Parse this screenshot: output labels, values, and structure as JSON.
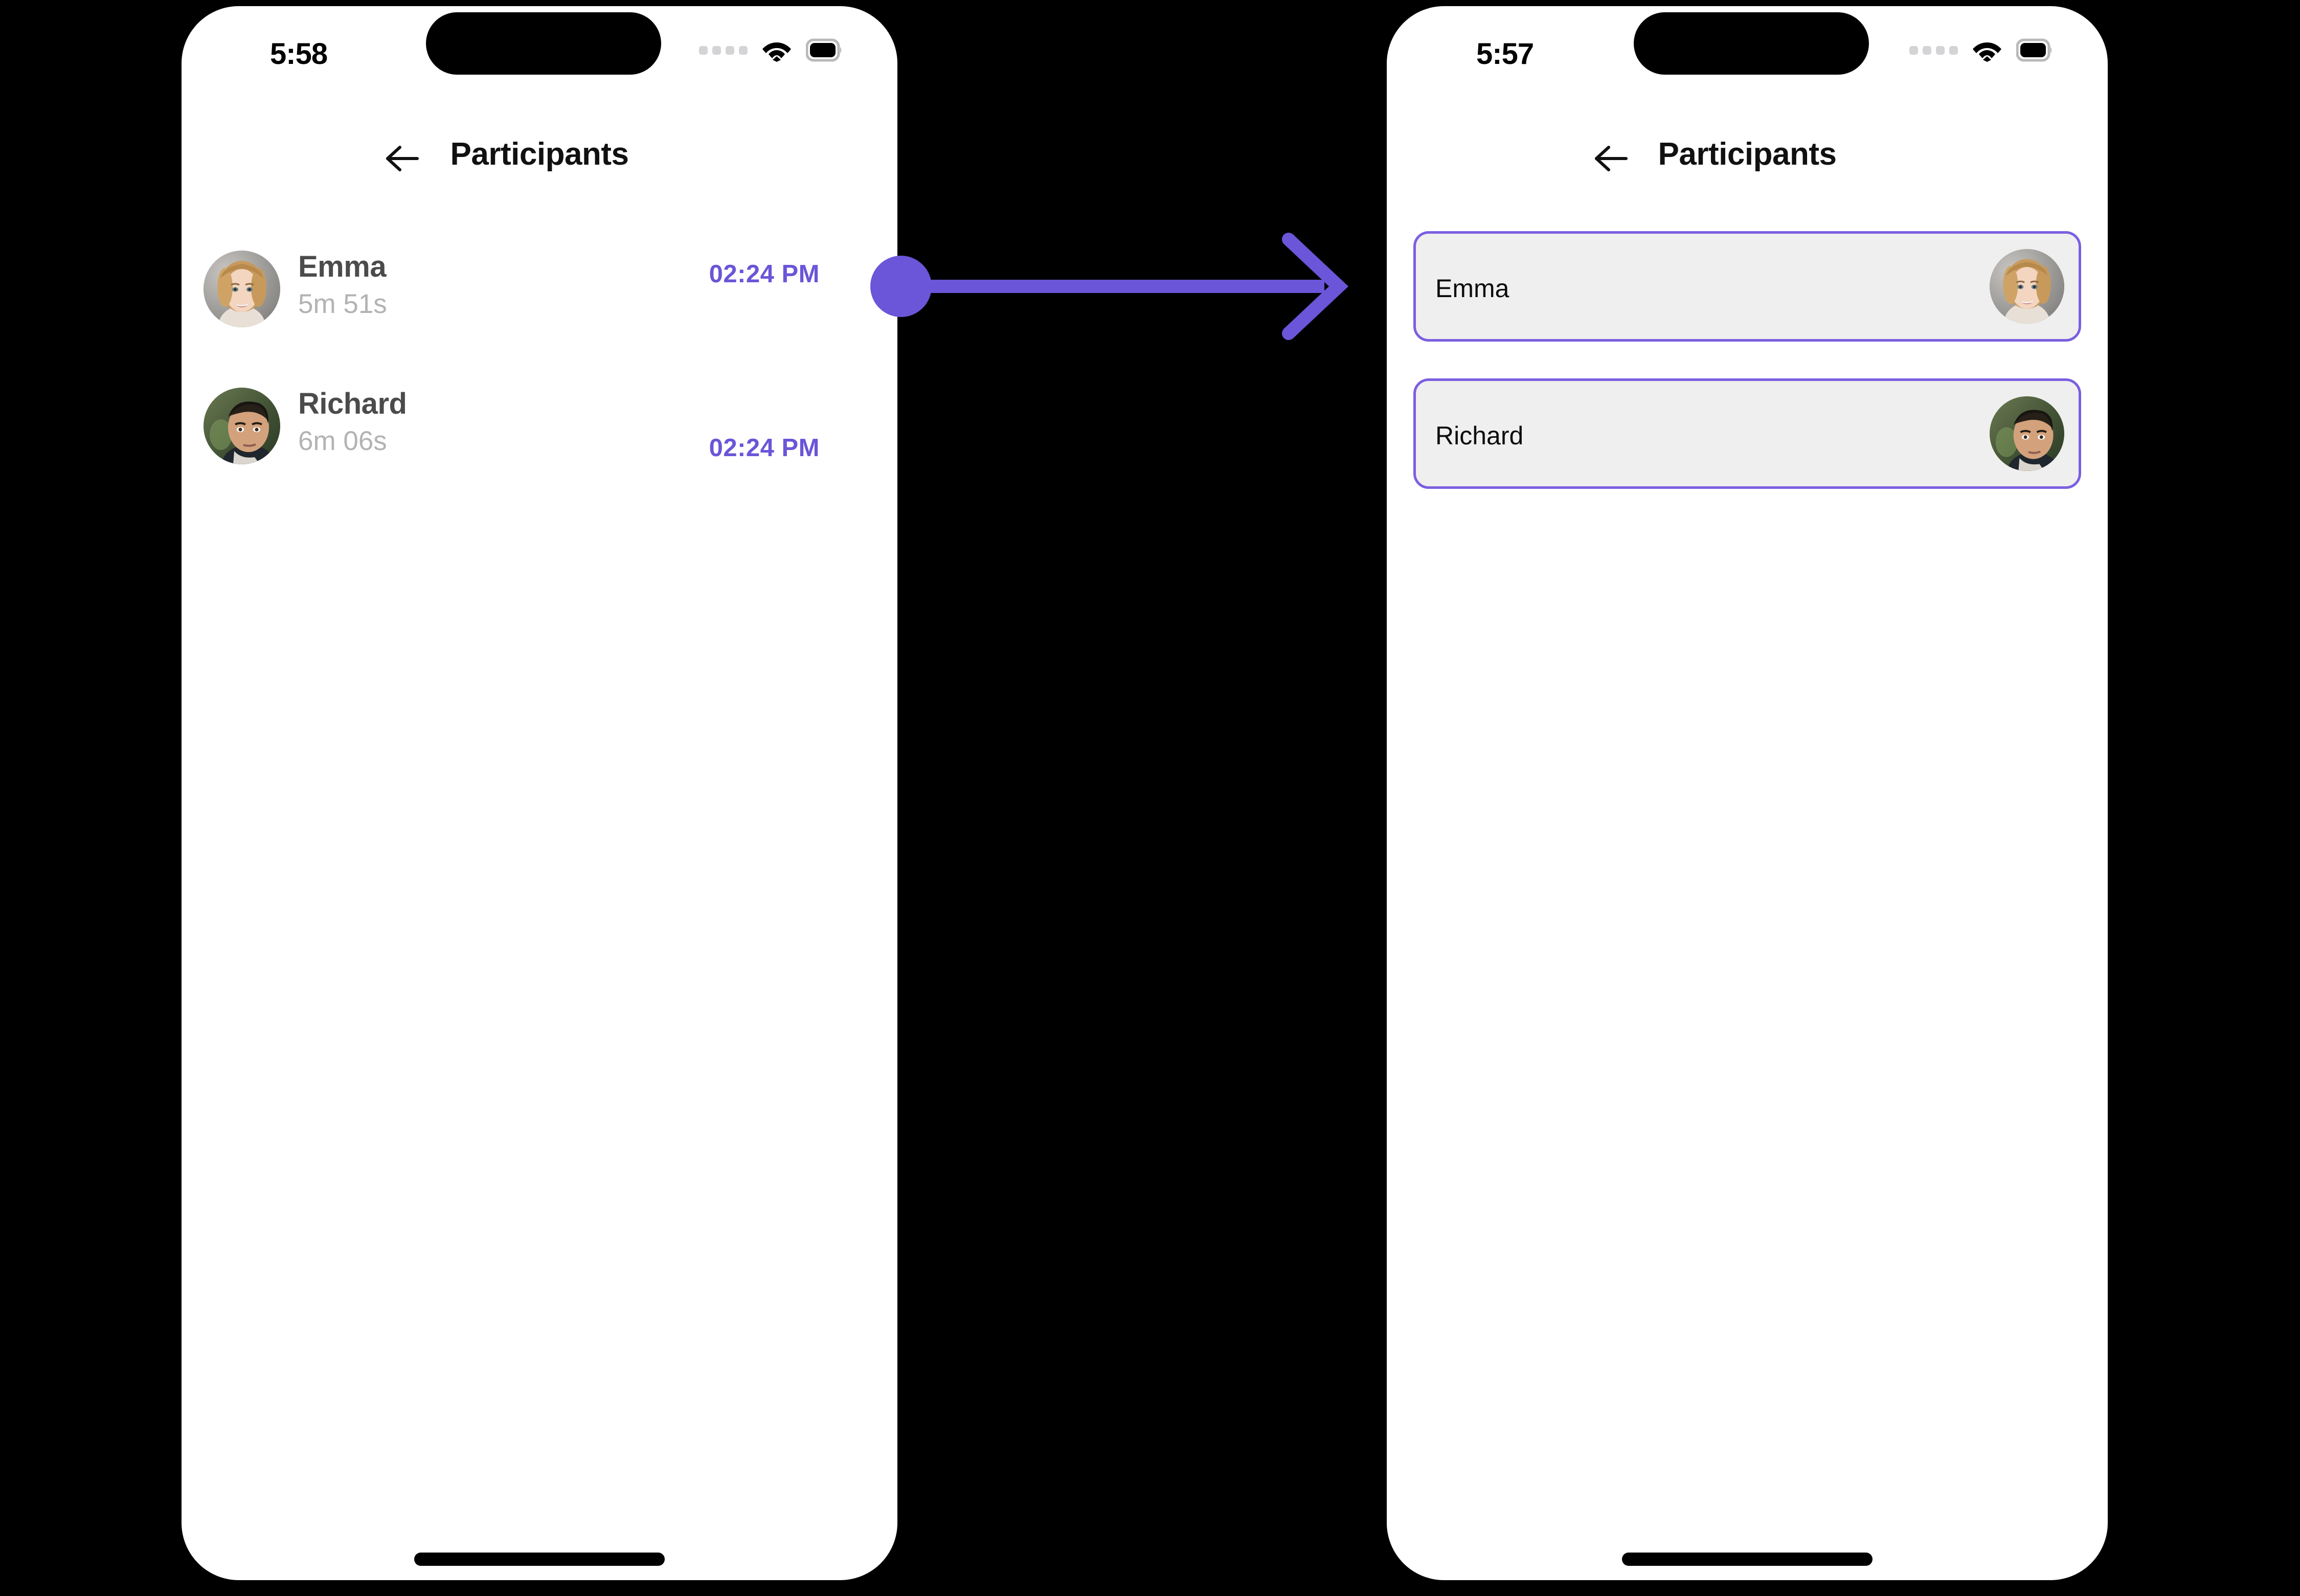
{
  "accent": {
    "purple": "#6b55d8",
    "card_border": "#7b5fe0",
    "card_fill": "#efefef",
    "name_gray": "#4b4b4b",
    "sub_gray": "#b3b3b3"
  },
  "left_phone": {
    "status": {
      "time": "5:58",
      "signal_icon": "cellular-dots-icon",
      "wifi_icon": "wifi-icon",
      "battery_icon": "battery-icon"
    },
    "nav": {
      "back_icon": "back-arrow-icon",
      "title": "Participants"
    },
    "participants": [
      {
        "name": "Emma",
        "duration": "5m 51s",
        "time": "02:24 PM",
        "avatar_icon": "avatar-emma"
      },
      {
        "name": "Richard",
        "duration": "6m 06s",
        "time": "02:24 PM",
        "avatar_icon": "avatar-richard"
      }
    ]
  },
  "right_phone": {
    "status": {
      "time": "5:57",
      "signal_icon": "cellular-dots-icon",
      "wifi_icon": "wifi-icon",
      "battery_icon": "battery-icon"
    },
    "nav": {
      "back_icon": "back-arrow-icon",
      "title": "Participants"
    },
    "cards": [
      {
        "name": "Emma",
        "avatar_icon": "avatar-emma"
      },
      {
        "name": "Richard",
        "avatar_icon": "avatar-richard"
      }
    ]
  },
  "annotation": {
    "type": "tap-then-transition-arrow",
    "color": "#6b55d8",
    "origin_label": "tap-on-emma-row",
    "direction": "left-to-right"
  }
}
